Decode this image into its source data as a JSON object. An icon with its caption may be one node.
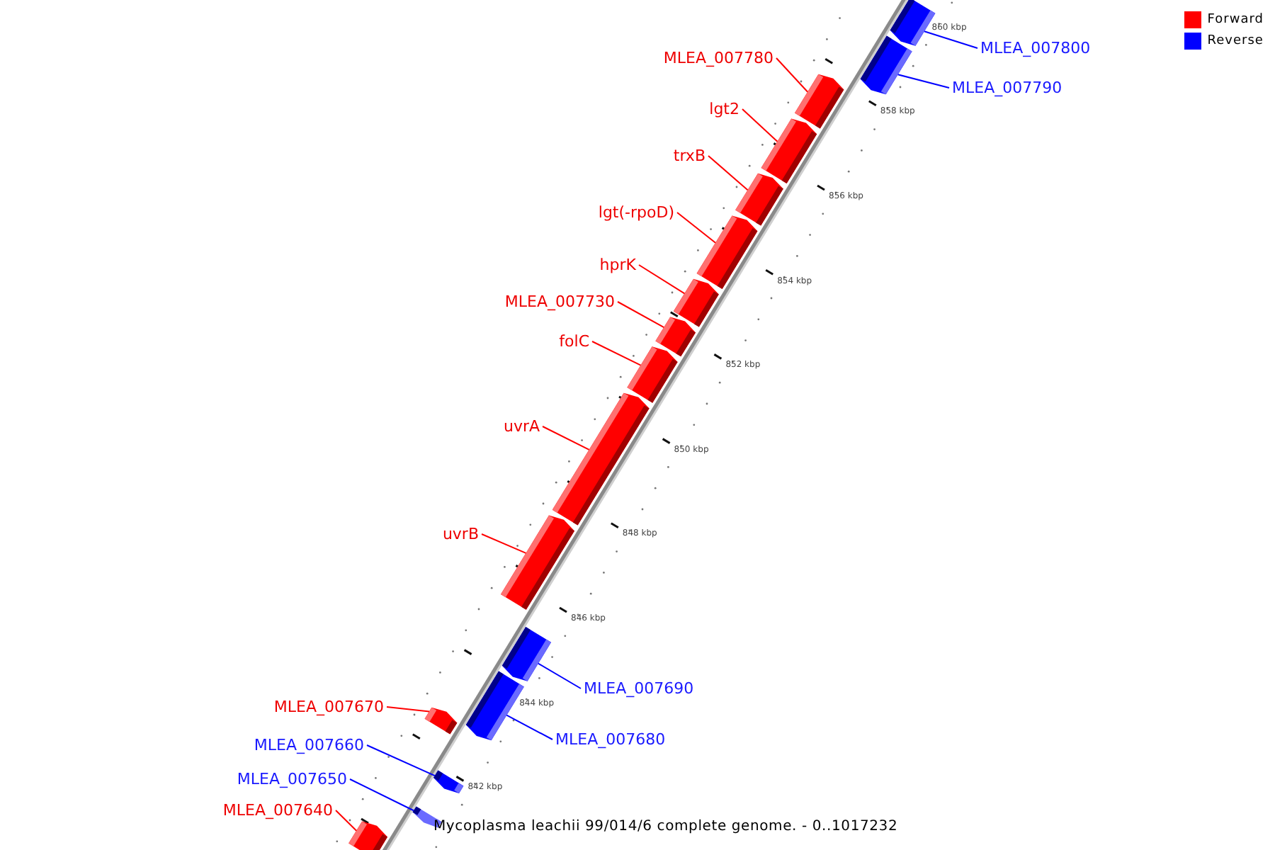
{
  "diagram": {
    "caption": "Mycoplasma leachii 99/014/6 complete genome. - 0..1017232",
    "nodes": [
      {
        "text": [
          "MLEA_007800"
        ]
      },
      {
        "text": [],
        "shape": "bar"
      },
      {
        "text": [
          "MLEA_007790"
        ]
      },
      {
        "text": [],
        "shape": "bar"
      },
      {
        "text": [
          "MLEA_007780"
        ]
      },
      {
        "text": [],
        "shape": "bar"
      },
      {
        "text": [
          "lgt2"
        ]
      },
      {
        "text": [],
        "shape": "bar"
      },
      {
        "text": [
          "trxB"
        ]
      },
      {
        "text": [],
        "shape": "bar"
      },
      {
        "text": [
          "lgt(-rpoD)"
        ]
      },
      {
        "text": [],
        "shape": "bar"
      },
      {
        "text": [
          "hprK"
        ]
      },
      {
        "text": [],
        "shape": "bar"
      },
      {
        "text": [
          "MLEA_007730"
        ]
      },
      {
        "text": [],
        "shape": "bar"
      },
      {
        "text": [
          "folC"
        ]
      },
      {
        "text": [],
        "shape": "bar"
      },
      {
        "text": [
          "uvrA"
        ]
      },
      {
        "text": [],
        "shape": "bar"
      },
      {
        "text": [
          "uvrB"
        ]
      },
      {
        "text": [],
        "shape": "bar"
      },
      {
        "text": [
          "MLEA_007690"
        ]
      },
      {
        "text": [],
        "shape": "bar"
      },
      {
        "text": [
          "MLEA_007670"
        ]
      },
      {
        "text": [],
        "shape": "bar"
      },
      {
        "text": [
          "MLEA_007680"
        ]
      },
      {
        "text": [],
        "shape": "bar"
      },
      {
        "text": [
          "MLEA_007660"
        ]
      },
      {
        "text": [],
        "shape": "bar"
      },
      {
        "text": [
          "MLEA_007650"
        ]
      },
      {
        "text": [],
        "shape": "bar"
      },
      {
        "text": [
          "MLEA_007640"
        ]
      },
      {
        "text": [],
        "shape": "bar"
      }
    ],
    "edges": [
      {
        "from": 0,
        "to": 1,
        "arrow": "none",
        "color": "#0000ff"
      },
      {
        "from": 2,
        "to": 3,
        "arrow": "none",
        "color": "#0000ff"
      },
      {
        "from": 4,
        "to": 5,
        "arrow": "none"
      },
      {
        "from": 6,
        "to": 7,
        "arrow": "none"
      },
      {
        "from": 8,
        "to": 9,
        "arrow": "none"
      },
      {
        "from": 10,
        "to": 11,
        "arrow": "none"
      },
      {
        "from": 12,
        "to": 13,
        "arrow": "none"
      },
      {
        "from": 14,
        "to": 15,
        "arrow": "none"
      },
      {
        "from": 16,
        "to": 17,
        "arrow": "none"
      },
      {
        "from": 18,
        "to": 19,
        "arrow": "none"
      },
      {
        "from": 20,
        "to": 21,
        "arrow": "none"
      },
      {
        "from": 22,
        "to": 23,
        "arrow": "none",
        "color": "#0000ff"
      },
      {
        "from": 24,
        "to": 25,
        "arrow": "none"
      },
      {
        "from": 26,
        "to": 27,
        "arrow": "none",
        "color": "#0000ff"
      },
      {
        "from": 28,
        "to": 29,
        "arrow": "none",
        "color": "#0000ff"
      },
      {
        "from": 30,
        "to": 31,
        "arrow": "none",
        "color": "#0000ff"
      },
      {
        "from": 32,
        "to": 33,
        "arrow": "none"
      }
    ],
    "labels": [
      "860 kbp",
      "858 kbp",
      "856 kbp",
      "854 kbp",
      "852 kbp",
      "850 kbp",
      "848 kbp",
      "846 kbp",
      "844 kbp",
      "842 kbp"
    ],
    "legend": [
      {
        "text": "Forward",
        "color": "#ff0000"
      },
      {
        "text": "Reverse",
        "color": "#0000ff"
      }
    ]
  }
}
